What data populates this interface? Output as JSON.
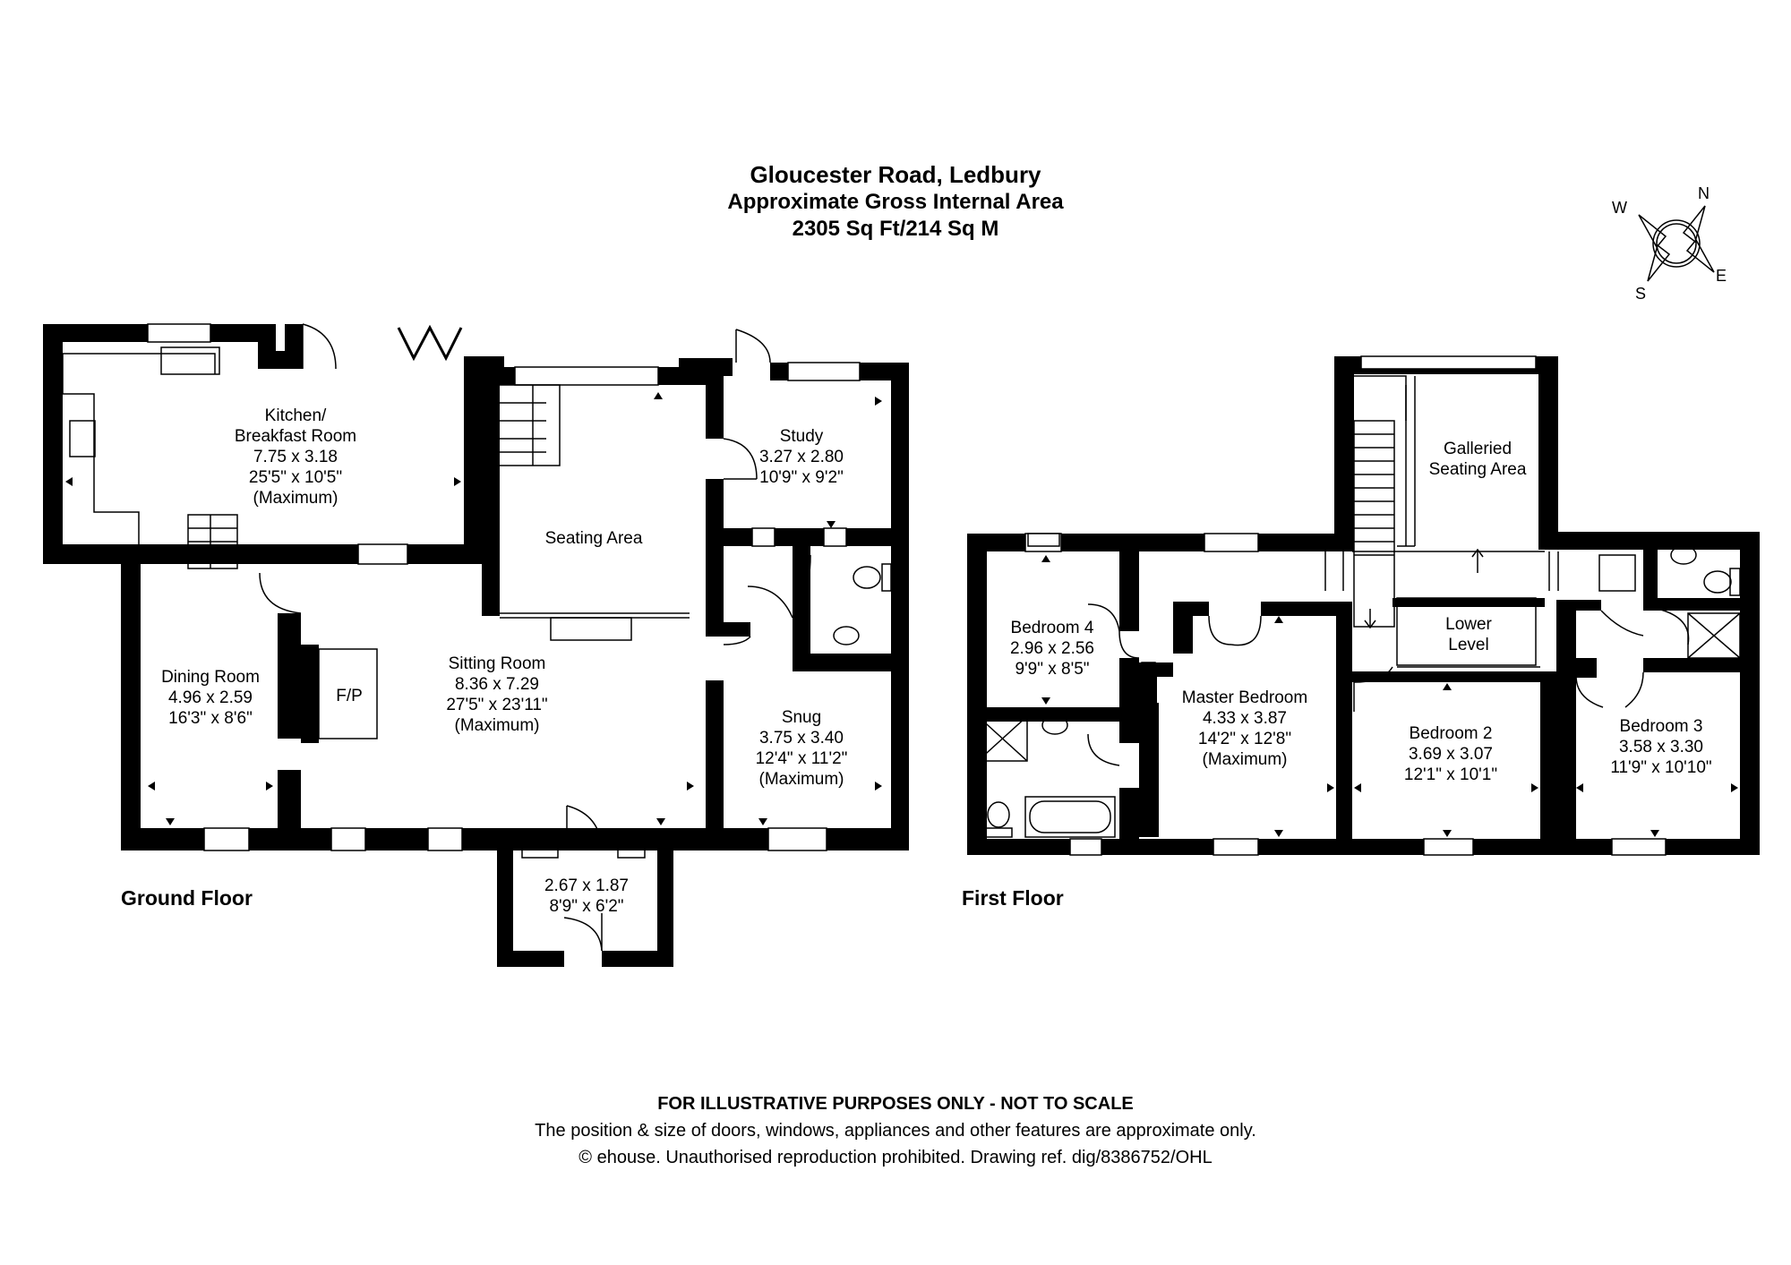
{
  "header": {
    "address": "Gloucester Road, Ledbury",
    "area_title": "Approximate Gross Internal Area",
    "area_value": "2305 Sq Ft/214 Sq M"
  },
  "compass": {
    "north": "N",
    "east": "E",
    "south": "S",
    "west": "W"
  },
  "floors": {
    "ground": "Ground Floor",
    "first": "First Floor"
  },
  "rooms": {
    "kitchen": [
      "Kitchen/",
      "Breakfast Room",
      "7.75 x 3.18",
      "25'5\" x 10'5\"",
      "(Maximum)"
    ],
    "study": [
      "Study",
      "3.27 x 2.80",
      "10'9\" x 9'2\""
    ],
    "seating_area": [
      "Seating Area"
    ],
    "dining_room": [
      "Dining Room",
      "4.96 x 2.59",
      "16'3\" x 8'6\""
    ],
    "fireplace": [
      "F/P"
    ],
    "sitting_room": [
      "Sitting Room",
      "8.36 x 7.29",
      "27'5\" x 23'11\"",
      "(Maximum)"
    ],
    "snug": [
      "Snug",
      "3.75 x 3.40",
      "12'4\" x 11'2\"",
      "(Maximum)"
    ],
    "porch": [
      "2.67 x 1.87",
      "8'9\" x 6'2\""
    ],
    "galleried": [
      "Galleried",
      "Seating Area"
    ],
    "bedroom4": [
      "Bedroom 4",
      "2.96 x 2.56",
      "9'9\" x 8'5\""
    ],
    "lower_level": [
      "Lower",
      "Level"
    ],
    "master_bedroom": [
      "Master Bedroom",
      "4.33 x 3.87",
      "14'2\" x 12'8\"",
      "(Maximum)"
    ],
    "bedroom2": [
      "Bedroom 2",
      "3.69 x 3.07",
      "12'1\" x 10'1\""
    ],
    "bedroom3": [
      "Bedroom 3",
      "3.58 x 3.30",
      "11'9\" x 10'10\""
    ]
  },
  "footer": {
    "line1": "FOR ILLUSTRATIVE PURPOSES ONLY - NOT TO SCALE",
    "line2": "The position & size of doors, windows, appliances and other features are approximate only.",
    "line3": "© ehouse. Unauthorised reproduction prohibited. Drawing ref. dig/8386752/OHL"
  },
  "colors": {
    "wall": "#000000",
    "line": "#000000",
    "background": "#ffffff"
  }
}
